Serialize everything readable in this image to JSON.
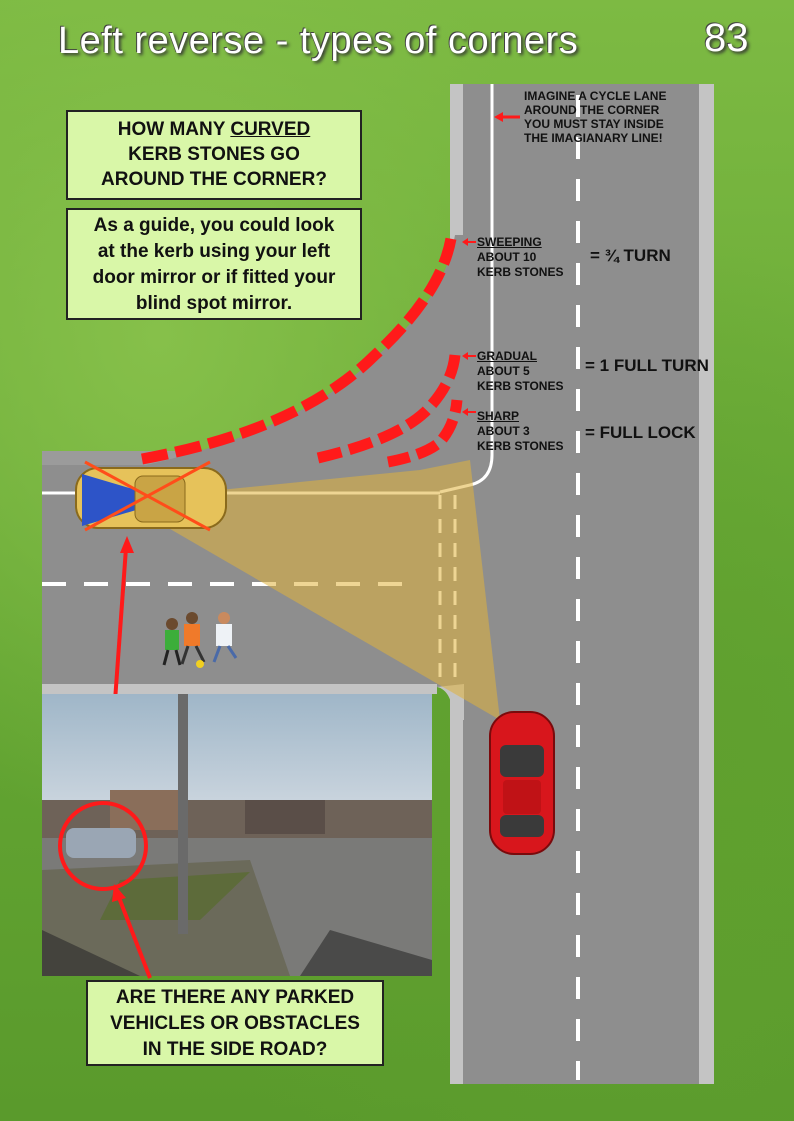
{
  "title": "Left reverse - types of corners",
  "page_number": "83",
  "question": {
    "line1_before": "HOW MANY ",
    "line1_underlined": "CURVED",
    "line2": "KERB  STONES GO",
    "line3": "AROUND THE CORNER?"
  },
  "guide": {
    "line1": "As a guide, you could look",
    "line2": "at the kerb using your left",
    "line3": "door mirror or if fitted your",
    "line4": "blind spot mirror."
  },
  "cycle_lane_note": {
    "line1": "IMAGINE A CYCLE LANE",
    "line2": "AROUND THE CORNER",
    "line3": "YOU MUST STAY INSIDE",
    "line4": "THE IMAGIANARY LINE!"
  },
  "corners": [
    {
      "name": "SWEEPING",
      "detail1": "ABOUT 10",
      "detail2": "KERB STONES",
      "turn": "= ¾ TURN"
    },
    {
      "name": "GRADUAL",
      "detail1": "ABOUT 5",
      "detail2": "KERB STONES",
      "turn": "= 1 FULL TURN"
    },
    {
      "name": "SHARP",
      "detail1": "ABOUT 3",
      "detail2": "KERB STONES",
      "turn": "= FULL LOCK"
    }
  ],
  "obstacles": {
    "line1": "ARE THERE ANY PARKED",
    "line2": "VEHICLES OR OBSTACLES",
    "line3": "IN THE SIDE ROAD?"
  },
  "colors": {
    "grass": "#6fae3a",
    "road": "#8c8c8c",
    "pavement": "#c4c4c4",
    "kerb_marker": "#ff1a1a",
    "label_box": "#d9f7a8",
    "car": "#d8161c",
    "mirror_view": "#e0b23c"
  },
  "icons": [
    "red-car-icon",
    "reversing-car-icon",
    "children-playing-icon",
    "side-road-photo"
  ]
}
